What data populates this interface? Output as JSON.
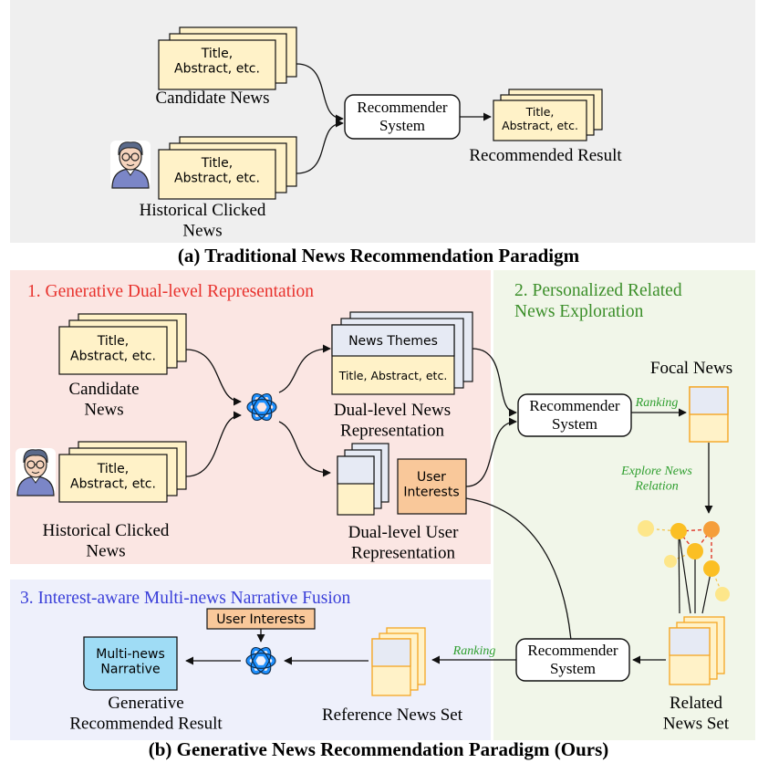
{
  "colors": {
    "panel_a_bg": "#efefef",
    "panel_1_bg": "#fbe6e3",
    "panel_2_bg": "#f1f6e9",
    "panel_3_bg": "#eef0fb",
    "doc_fill": "#fff2c8",
    "doc_header": "#e6eaf4",
    "interest_fill": "#f9c89a",
    "narrative_fill": "#9fdcf5",
    "panel_1_title": "#e8322d",
    "panel_2_title": "#3c8f2a",
    "panel_3_title": "#3a3fd9",
    "ranking_label": "#2e9e2e",
    "node_light": "#fde68a",
    "node_mid": "#fbbf24",
    "node_dark": "#f59e3b"
  },
  "icons": [
    "user-avatar-icon",
    "llm-logo-icon",
    "news-graph-icon"
  ],
  "panel_a": {
    "candidate_doc": "Title,\nAbstract, etc.",
    "candidate_label": "Candidate News",
    "clicked_doc": "Title,\nAbstract, etc.",
    "clicked_label": "Historical Clicked\nNews",
    "recommender": "Recommender\nSystem",
    "result_doc": "Title,\nAbstract, etc.",
    "result_label": "Recommended Result",
    "caption": "(a) Traditional News Recommendation Paradigm"
  },
  "panel_b": {
    "section1_title": "1. Generative Dual-level Representation",
    "section2_title": "2. Personalized Related\nNews Exploration",
    "section3_title": "3. Interest-aware Multi-news Narrative Fusion",
    "candidate_doc": "Title,\nAbstract, etc.",
    "candidate_label": "Candidate\nNews",
    "clicked_doc": "Title,\nAbstract, etc.",
    "clicked_label": "Historical Clicked\nNews",
    "news_themes": "News Themes",
    "news_detail": "Title, Abstract, etc.",
    "dual_news_label": "Dual-level News\nRepresentation",
    "user_interests_box": "User\nInterests",
    "dual_user_label": "Dual-level User\nRepresentation",
    "recommender_top": "Recommender\nSystem",
    "ranking_top": "Ranking",
    "focal_label": "Focal News",
    "explore_label": "Explore News\nRelation",
    "related_label": "Related\nNews Set",
    "recommender_bottom": "Recommender\nSystem",
    "ranking_bottom": "Ranking",
    "reference_label": "Reference News Set",
    "user_interests_tag": "User Interests",
    "narrative": "Multi-news\nNarrative",
    "generative_label": "Generative\nRecommended Result",
    "caption": "(b) Generative News Recommendation Paradigm (Ours)"
  }
}
